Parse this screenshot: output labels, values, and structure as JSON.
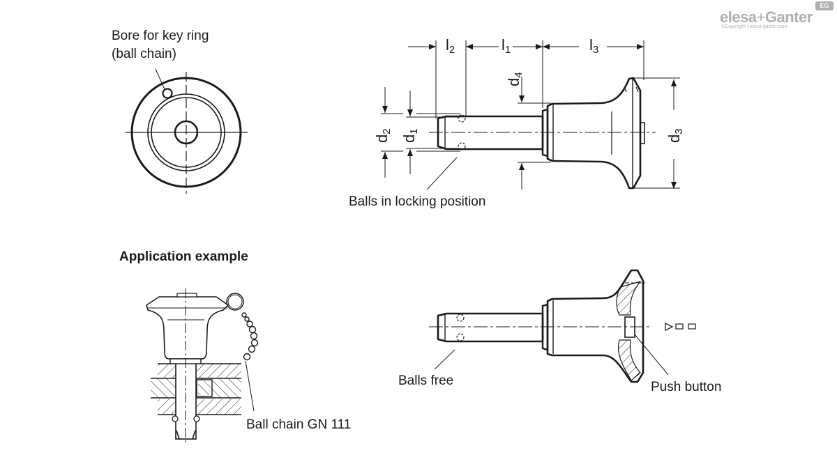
{
  "brand": {
    "name_part1": "elesa",
    "plus": "+",
    "name_part2": "Ganter",
    "badge": "EG",
    "copyright": "©Copyright | elesa-ganter.com",
    "color": "#b0b0b0"
  },
  "top_view": {
    "label_line1": "Bore for key ring",
    "label_line2": "(ball chain)"
  },
  "side_view": {
    "dimensions": {
      "l2": {
        "letter": "l",
        "sub": "2"
      },
      "l1": {
        "letter": "l",
        "sub": "1"
      },
      "l3": {
        "letter": "l",
        "sub": "3"
      },
      "d4": {
        "letter": "d",
        "sub": "4"
      },
      "d2": {
        "letter": "d",
        "sub": "2"
      },
      "d1": {
        "letter": "d",
        "sub": "1"
      },
      "d3": {
        "letter": "d",
        "sub": "3"
      }
    },
    "callout": "Balls in locking position"
  },
  "application": {
    "heading": "Application example",
    "callout": "Ball chain GN 111"
  },
  "section_view": {
    "callout_balls": "Balls free",
    "callout_button": "Push button"
  },
  "colors": {
    "line": "#1a1a1a",
    "background": "#ffffff"
  }
}
